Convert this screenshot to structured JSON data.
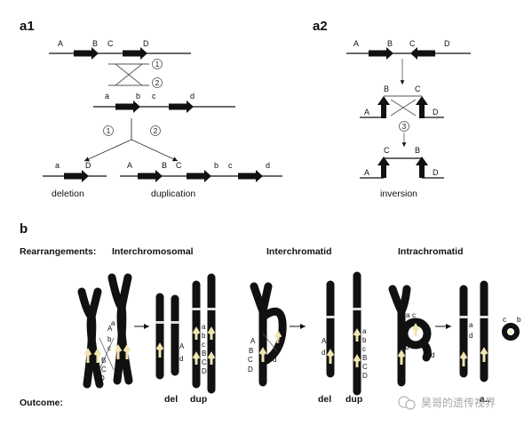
{
  "panels": {
    "a1": "a1",
    "a2": "a2",
    "b": "b"
  },
  "a1": {
    "row1_labels": [
      "A",
      "B",
      "C",
      "D"
    ],
    "cross_numbers": [
      "1",
      "2"
    ],
    "row2_labels": [
      "a",
      "b",
      "c",
      "d"
    ],
    "branch_numbers": [
      "1",
      "2"
    ],
    "deletion_labels": [
      "a",
      "D"
    ],
    "duplication_labels": [
      "A",
      "B",
      "C",
      "b",
      "c",
      "d"
    ],
    "deletion_caption": "deletion",
    "duplication_caption": "duplication"
  },
  "a2": {
    "row1_labels": [
      "A",
      "B",
      "C",
      "D"
    ],
    "mid_labels": [
      "B",
      "C",
      "A",
      "D"
    ],
    "step_number": "3",
    "out_labels": [
      "C",
      "B",
      "A",
      "D"
    ],
    "caption": "inversion"
  },
  "b": {
    "rearrangements_label": "Rearrangements:",
    "interchromosomal": "Interchromosomal",
    "interchromatid": "Interchromatid",
    "intrachromatid": "Intrachromatid",
    "outcome_label": "Outcome:",
    "outcome_1a": "del",
    "outcome_1b": "dup",
    "outcome_2a": "del",
    "outcome_2b": "dup",
    "outcome_3": "a..",
    "left_pair_labels": [
      "A",
      "b",
      "c",
      "a",
      "B",
      "C",
      "D"
    ],
    "res1_left_labels": [
      "A",
      "d"
    ],
    "res1_right_labels": [
      "a",
      "b",
      "c",
      "B",
      "C",
      "D"
    ],
    "pair2_labels": [
      "a",
      "b",
      "c",
      "d",
      "A",
      "B",
      "C",
      "D"
    ],
    "res2_left_labels": [
      "A",
      "d"
    ],
    "res2_right_labels": [
      "a",
      "b",
      "c",
      "B",
      "C",
      "D"
    ],
    "pair3_labels": [
      "a",
      "c",
      "b",
      "d"
    ],
    "res3_labels": [
      "a",
      "d"
    ],
    "ring_labels": [
      "c",
      "b"
    ]
  },
  "watermark": "昊哥的遗传视界"
}
